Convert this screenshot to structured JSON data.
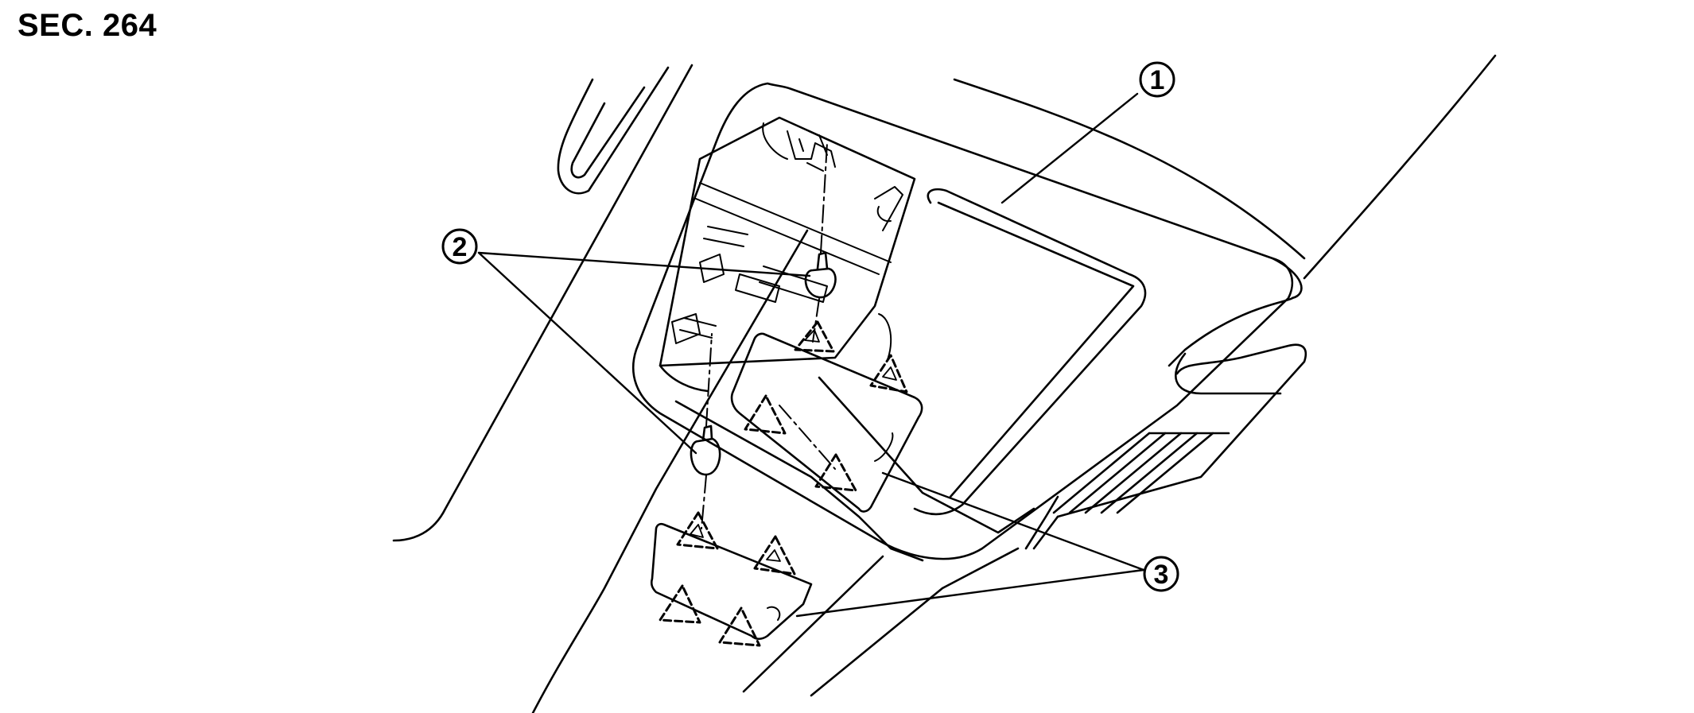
{
  "header": {
    "section_code": "SEC. 264"
  },
  "callouts": [
    {
      "id": "1",
      "label": "1"
    },
    {
      "id": "2",
      "label": "2"
    },
    {
      "id": "3",
      "label": "3"
    }
  ],
  "colors": {
    "ink": "#000000",
    "paper": "#ffffff"
  }
}
